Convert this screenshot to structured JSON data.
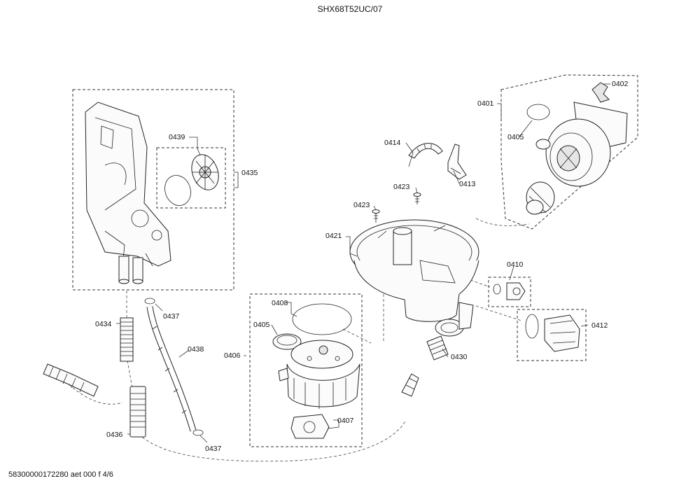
{
  "header": {
    "model": "SHX68T52UC/07"
  },
  "footer": {
    "doc_id": "58300000172280 aet 000 f 4/6"
  },
  "callouts": {
    "c0401": "0401",
    "c0402": "0402",
    "c0405a": "0405",
    "c0414": "0414",
    "c0413": "0413",
    "c0423a": "0423",
    "c0423b": "0423",
    "c0421": "0421",
    "c0410": "0410",
    "c0412": "0412",
    "c0430": "0430",
    "c0408": "0408",
    "c0405b": "0405",
    "c0406": "0406",
    "c0407": "0407",
    "c0439": "0439",
    "c0435": "0435",
    "c0434": "0434",
    "c0437a": "0437",
    "c0438": "0438",
    "c0436": "0436",
    "c0437b": "0437"
  }
}
